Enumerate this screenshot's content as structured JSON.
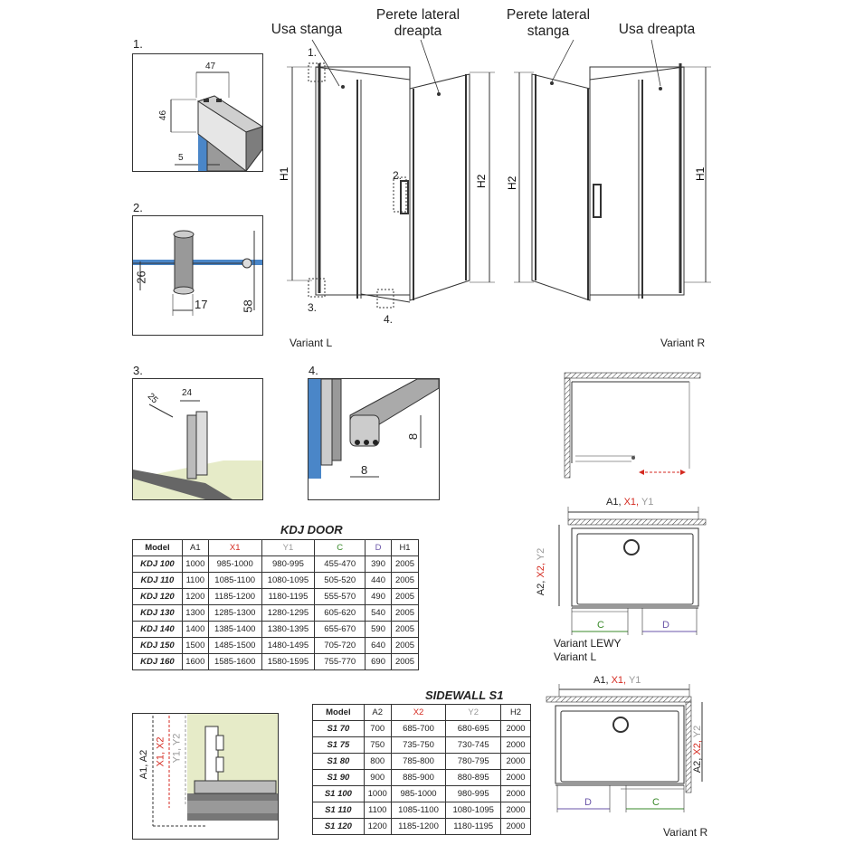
{
  "detail1": {
    "num": "1.",
    "d47": "47",
    "d46": "46",
    "d5": "5"
  },
  "detail2": {
    "num": "2.",
    "d26": "26",
    "d17": "17",
    "d58": "58"
  },
  "detail3": {
    "num": "3.",
    "d25": "25",
    "d24": "24"
  },
  "detail4": {
    "num": "4.",
    "d8v": "8",
    "d8h": "8"
  },
  "elevation": {
    "label_usa_stanga": "Usa stanga",
    "label_perete_dreapta": "Perete lateral dreapta",
    "label_perete_stanga": "Perete lateral stanga",
    "label_usa_dreapta": "Usa dreapta",
    "h1": "H1",
    "h2": "H2",
    "marker1": "1.",
    "marker2": "2.",
    "marker3": "3.",
    "marker4": "4.",
    "variant_l": "Variant L",
    "variant_r": "Variant R"
  },
  "plan": {
    "dim_a1": "A1, ",
    "dim_x1": "X1, ",
    "dim_y1": "Y1",
    "dim_a2": "A2, ",
    "dim_x2": "X2, ",
    "dim_y2": "Y2",
    "c": "C",
    "d": "D",
    "variant_lewy": "Variant LEWY",
    "variant_l": "Variant L",
    "variant_r": "Variant R"
  },
  "section": {
    "a1a2": "A1, A2",
    "x1x2": "X1, X2",
    "y1y2": "Y1, Y2"
  },
  "kdj": {
    "title": "KDJ DOOR",
    "headers": [
      "Model",
      "A1",
      "X1",
      "Y1",
      "C",
      "D",
      "H1"
    ],
    "rows": [
      [
        "KDJ 100",
        "1000",
        "985-1000",
        "980-995",
        "455-470",
        "390",
        "2005"
      ],
      [
        "KDJ 110",
        "1100",
        "1085-1100",
        "1080-1095",
        "505-520",
        "440",
        "2005"
      ],
      [
        "KDJ 120",
        "1200",
        "1185-1200",
        "1180-1195",
        "555-570",
        "490",
        "2005"
      ],
      [
        "KDJ 130",
        "1300",
        "1285-1300",
        "1280-1295",
        "605-620",
        "540",
        "2005"
      ],
      [
        "KDJ 140",
        "1400",
        "1385-1400",
        "1380-1395",
        "655-670",
        "590",
        "2005"
      ],
      [
        "KDJ 150",
        "1500",
        "1485-1500",
        "1480-1495",
        "705-720",
        "640",
        "2005"
      ],
      [
        "KDJ 160",
        "1600",
        "1585-1600",
        "1580-1595",
        "755-770",
        "690",
        "2005"
      ]
    ]
  },
  "s1": {
    "title": "SIDEWALL S1",
    "headers": [
      "Model",
      "A2",
      "X2",
      "Y2",
      "H2"
    ],
    "rows": [
      [
        "S1 70",
        "700",
        "685-700",
        "680-695",
        "2000"
      ],
      [
        "S1 75",
        "750",
        "735-750",
        "730-745",
        "2000"
      ],
      [
        "S1 80",
        "800",
        "785-800",
        "780-795",
        "2000"
      ],
      [
        "S1 90",
        "900",
        "885-900",
        "880-895",
        "2000"
      ],
      [
        "S1 100",
        "1000",
        "985-1000",
        "980-995",
        "2000"
      ],
      [
        "S1 110",
        "1100",
        "1085-1100",
        "1080-1095",
        "2000"
      ],
      [
        "S1 120",
        "1200",
        "1185-1200",
        "1180-1195",
        "2000"
      ]
    ]
  },
  "colors": {
    "x": "#d42a20",
    "y": "#999999",
    "c": "#3a8a2a",
    "d": "#6a55a8"
  }
}
